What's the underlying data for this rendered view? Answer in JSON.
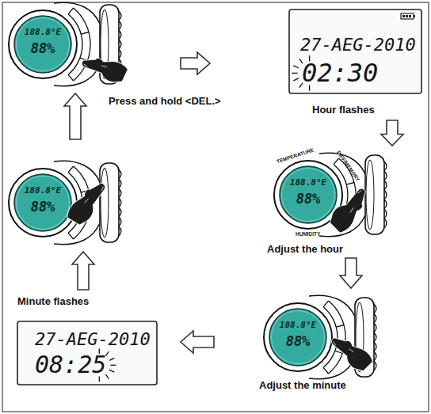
{
  "diagram": {
    "nodes": [
      {
        "text": [
          "188.8°E",
          "88%"
        ]
      },
      {
        "text": [
          "27-AEG-2010",
          "02:30",
          "Hour flashes"
        ]
      },
      {
        "text": [
          "188.8°E",
          "88%",
          "Adjust the hour"
        ]
      },
      {
        "text": [
          "188.8°E",
          "88%",
          "Adjust the minute"
        ]
      },
      {
        "text": [
          "Minute flashes",
          "27-AEG-2010",
          "08:25"
        ]
      },
      {
        "text": [
          "188.8°E",
          "88%"
        ]
      }
    ],
    "edges": [
      {
        "from": 0,
        "to": 1,
        "arrow": "to"
      },
      {
        "from": 1,
        "to": 2,
        "arrow": "to"
      },
      {
        "from": 2,
        "to": 3,
        "arrow": "to"
      },
      {
        "from": 3,
        "to": 4,
        "arrow": "to"
      },
      {
        "from": 4,
        "to": 5,
        "arrow": "to"
      },
      {
        "from": 5,
        "to": 0,
        "arrow": "to"
      }
    ],
    "labels": [
      "Press and hold <DEL.>",
      "TEMPERATURE",
      "DIFF/MEMORY",
      "HUMIDITY"
    ]
  }
}
